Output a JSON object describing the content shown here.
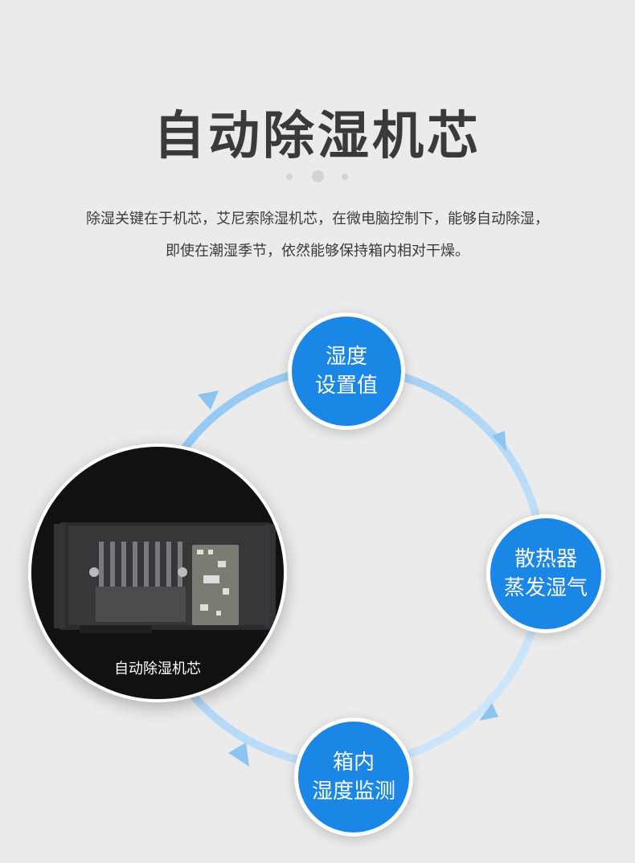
{
  "title": "自动除湿机芯",
  "description": {
    "line1": "除湿关键在于机芯，艾尼索除湿机芯，在微电脑控制下，能够自动除湿，",
    "line2": "即使在潮湿季节，依然能够保持箱内相对干燥。"
  },
  "core": {
    "label": "自动除湿机芯"
  },
  "cycle": [
    {
      "line1": "湿度",
      "line2": "设置值"
    },
    {
      "line1": "散热器",
      "line2": "蒸发湿气"
    },
    {
      "line1": "箱内",
      "line2": "湿度监测"
    }
  ],
  "colors": {
    "accent": "#1a86e6",
    "ring": "#a9d3f5",
    "title": "#3a3a3a"
  }
}
